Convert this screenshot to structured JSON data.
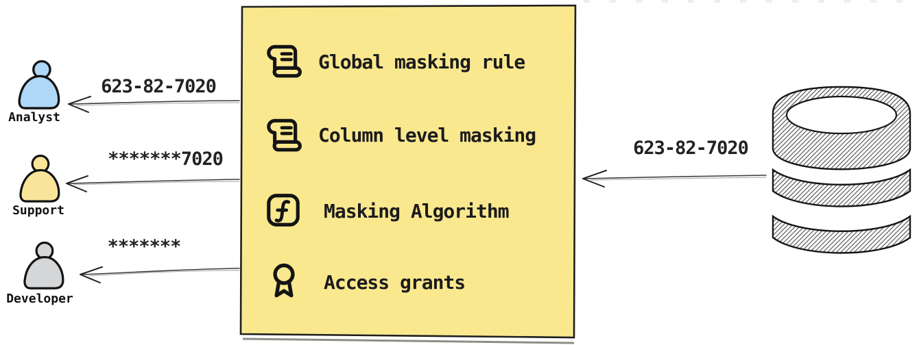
{
  "users": [
    {
      "name": "Analyst",
      "arrow_label": "623-82-7020",
      "fill": "#aed7f8"
    },
    {
      "name": "Support",
      "arrow_label": "*******7020",
      "fill": "#f9e59a"
    },
    {
      "name": "Developer",
      "arrow_label": "*******",
      "fill": "#d4d6d8"
    }
  ],
  "masking_box": {
    "fill": "#fae88f",
    "items": [
      {
        "icon": "scroll-icon",
        "label": "Global masking rule"
      },
      {
        "icon": "scroll-icon",
        "label": "Column level masking"
      },
      {
        "icon": "function-icon",
        "label": "Masking Algorithm"
      },
      {
        "icon": "certificate-icon",
        "label": "Access grants"
      }
    ]
  },
  "database": {
    "icon": "database-icon",
    "arrow_label": "623-82-7020"
  }
}
